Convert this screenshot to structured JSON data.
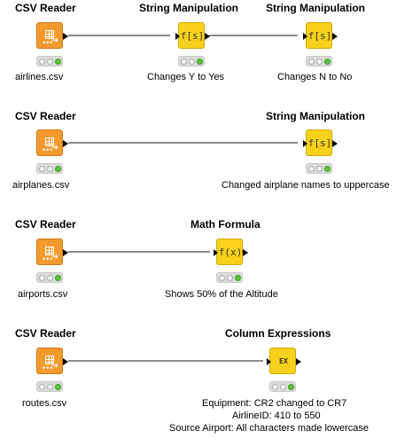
{
  "workflows": [
    {
      "reader": {
        "title": "CSV Reader",
        "label": "airlines.csv"
      },
      "nodes": [
        {
          "title": "String Manipulation",
          "label": "Changes Y to Yes",
          "icon": "string-manipulation-icon",
          "glyph": "f[s]"
        },
        {
          "title": "String Manipulation",
          "label": "Changes N to No",
          "icon": "string-manipulation-icon",
          "glyph": "f[s]"
        }
      ]
    },
    {
      "reader": {
        "title": "CSV Reader",
        "label": "airplanes.csv"
      },
      "nodes": [
        {
          "title": "String Manipulation",
          "label": "Changed airplane names to uppercase",
          "icon": "string-manipulation-icon",
          "glyph": "f[s]"
        }
      ]
    },
    {
      "reader": {
        "title": "CSV Reader",
        "label": "airports.csv"
      },
      "nodes": [
        {
          "title": "Math Formula",
          "label": "Shows 50% of the Altitude",
          "icon": "math-formula-icon",
          "glyph": "f(x)"
        }
      ]
    },
    {
      "reader": {
        "title": "CSV Reader",
        "label": "routes.csv"
      },
      "nodes": [
        {
          "title": "Column Expressions",
          "label": "Equipment: CR2 changed to CR7",
          "label2": "AirlineID: 410 to 550",
          "label3": "Source Airport: All characters made lowercase",
          "icon": "column-expressions-icon",
          "glyph": "EX"
        }
      ]
    }
  ],
  "colors": {
    "reader": "#f39a2e",
    "manipulator": "#f7d11b",
    "status_ok": "#5cc43a"
  }
}
